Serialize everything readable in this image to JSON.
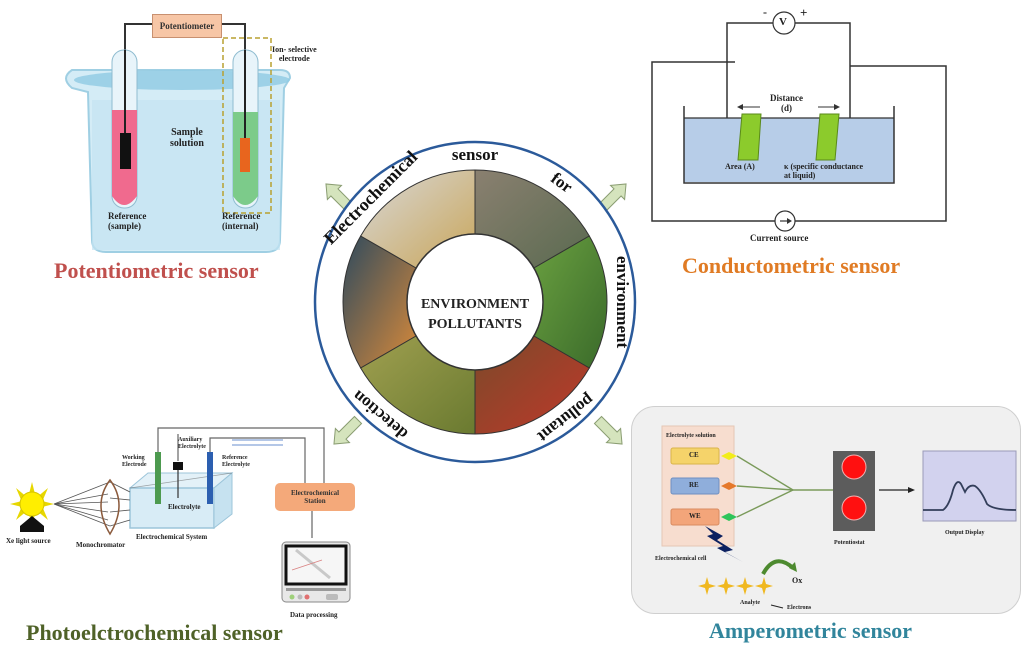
{
  "center": {
    "core_line1": "ENVIRONMENT",
    "core_line2": "POLLUTANTS",
    "ring_words": [
      "Electrochemical",
      "sensor",
      "for",
      "environment",
      "pollutant",
      "detection"
    ],
    "segments": [
      "industrial-smoke-stacks",
      "pharmaceutical-pills",
      "plastic-waste",
      "pesticide-spraying",
      "food-waste",
      "farmer-spraying-field"
    ],
    "ring_color": "#2b5a9a"
  },
  "potentiometric": {
    "title": "Potentiometric sensor",
    "title_color": "#c0504d",
    "potentiometer": "Potentiometer",
    "ise_label_1": "Ion- selective",
    "ise_label_2": "electrode",
    "sample_1": "Sample",
    "sample_2": "solution",
    "ref_sample_1": "Reference",
    "ref_sample_2": "(sample)",
    "ref_internal_1": "Reference",
    "ref_internal_2": "(internal)"
  },
  "conductometric": {
    "title": "Conductometric sensor",
    "title_color": "#e07b24",
    "voltmeter": "V",
    "minus": "-",
    "plus": "+",
    "distance_1": "Distance",
    "distance_2": "(d)",
    "area": "Area (A)",
    "kappa_1": "κ (specific conductance",
    "kappa_2": "at liquid)",
    "current_source": "Current source"
  },
  "photoelectrochemical": {
    "title": "Photoelctrochemical sensor",
    "title_color": "#4f6228",
    "xe": "Xe light source",
    "mono": "Monochromator",
    "system": "Electrochemical System",
    "electrolyte": "Electrolyte",
    "working_1": "Working",
    "working_2": "Electrode",
    "aux_1": "Auxiliary",
    "aux_2": "Electrolyte",
    "ref_1": "Reference",
    "ref_2": "Electrolyte",
    "station_1": "Electrochemical",
    "station_2": "Station",
    "data": "Data processing"
  },
  "amperometric": {
    "title": "Amperometric sensor",
    "title_color": "#31859c",
    "solution": "Electrolyte solution",
    "ce": "CE",
    "re": "RE",
    "we": "WE",
    "cell": "Electrochemical cell",
    "potentiostat": "Potentiostat",
    "output": "Output Display",
    "ox": "Ox",
    "analyte": "Analyte",
    "electrons": "Electrons"
  }
}
